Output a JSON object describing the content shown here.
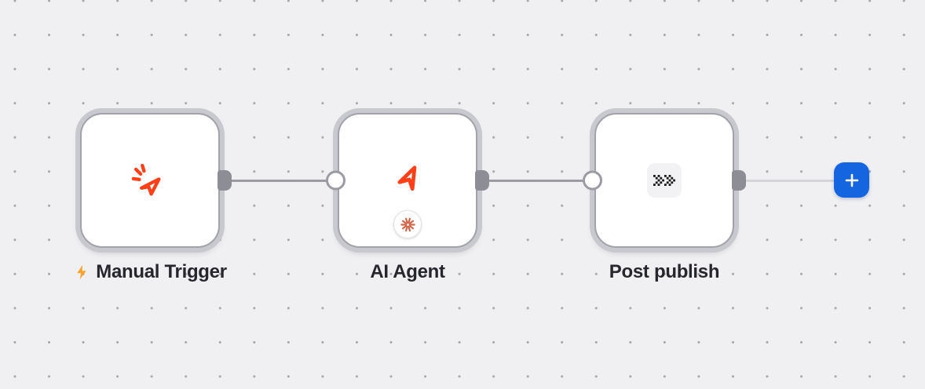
{
  "canvas": {
    "background_color": "#f0f0f2",
    "dot_color": "#a6a6ad",
    "connection_color": "#9b9ba3",
    "pending_connection_color": "#d4d4d9"
  },
  "workflow": {
    "nodes": [
      {
        "name": "Manual Trigger",
        "type": "trigger",
        "icon": "cursor-click-icon",
        "icon_color": "#ff4019",
        "label_icon": "lightning-bolt-icon",
        "label_icon_color": "#f7a229",
        "has_input": false,
        "has_output": true
      },
      {
        "name": "AI Agent",
        "type": "agent",
        "icon": "send-arrow-icon",
        "icon_color": "#ff4019",
        "badge_icon": "anthropic-starburst-icon",
        "badge_color": "#d3654a",
        "has_input": true,
        "has_output": true
      },
      {
        "name": "Post publish",
        "type": "sub-workflow",
        "icon": "pixel-double-chevron-icon",
        "icon_color": "#1a1a1a",
        "has_input": true,
        "has_output": true
      }
    ],
    "connections": [
      {
        "from": "Manual Trigger",
        "to": "AI Agent"
      },
      {
        "from": "AI Agent",
        "to": "Post publish"
      },
      {
        "from": "Post publish",
        "to": "add-node-button"
      }
    ],
    "add_button": {
      "icon": "plus-icon",
      "color": "#1665e0"
    }
  }
}
